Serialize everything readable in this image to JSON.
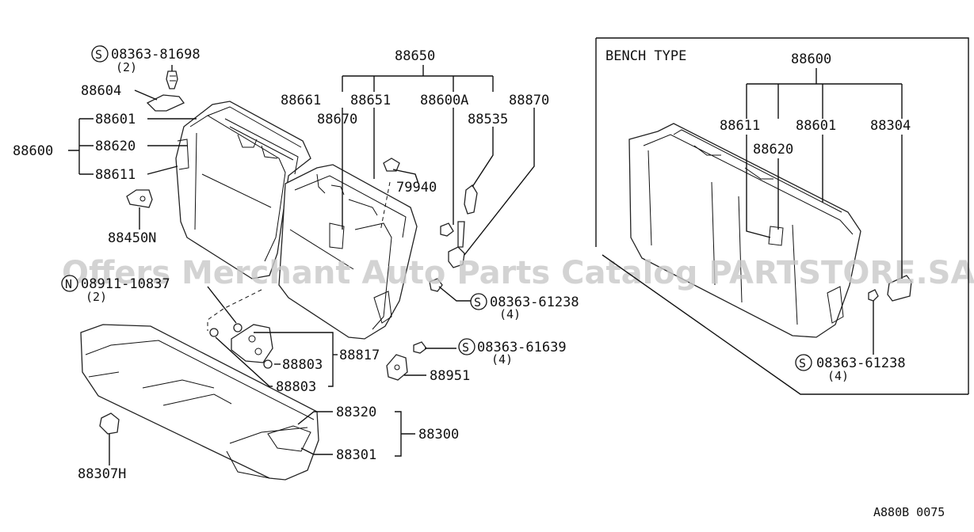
{
  "labels": {
    "p88600_left": "88600",
    "p88601_left": "88601",
    "p88620_left": "88620",
    "p88611_left": "88611",
    "p88604": "88604",
    "p88450N": "88450N",
    "p88650": "88650",
    "p88661": "88661",
    "p88651": "88651",
    "p88600A": "88600A",
    "p88870": "88870",
    "p88670": "88670",
    "p88535": "88535",
    "p79940": "79940",
    "p88817": "88817",
    "p88803a": "88803",
    "p88803b": "88803",
    "p88951": "88951",
    "p88320": "88320",
    "p88301": "88301",
    "p88300": "88300",
    "p88307H": "88307H",
    "screw_top": "08363-81698",
    "screw_top_qty": "(2)",
    "nut_n": "08911-10837",
    "nut_n_qty": "(2)",
    "screw_mid": "08363-61238",
    "screw_mid_qty": "(4)",
    "screw_low": "08363-61639",
    "screw_low_qty": "(4)",
    "bench_title": "BENCH TYPE",
    "bench_88600": "88600",
    "bench_88611": "88611",
    "bench_88601": "88601",
    "bench_88304": "88304",
    "bench_88620": "88620",
    "bench_screw": "08363-61238",
    "bench_screw_qty": "(4)",
    "circle_s": "S",
    "circle_n": "N",
    "diagram_code": "A880B 0075"
  },
  "watermark": "Offers Merchant Auto Parts Catalog PARTSTORE.SA"
}
